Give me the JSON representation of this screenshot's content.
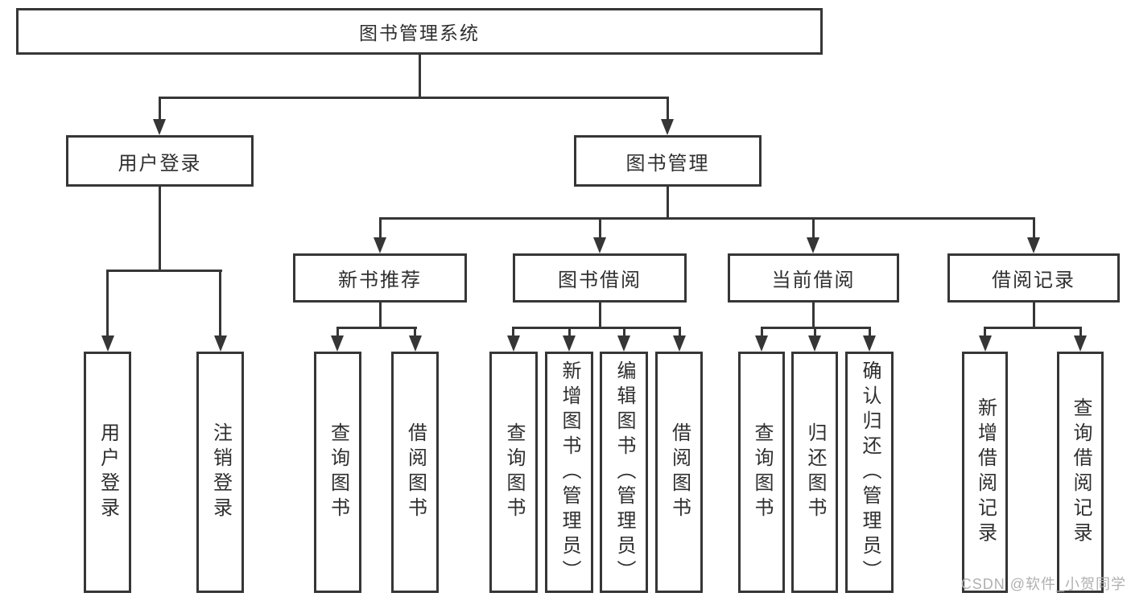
{
  "diagram": {
    "root": {
      "label": "图书管理系统"
    },
    "level1": [
      {
        "label": "用户登录"
      },
      {
        "label": "图书管理"
      }
    ],
    "level2": [
      {
        "label": "新书推荐"
      },
      {
        "label": "图书借阅"
      },
      {
        "label": "当前借阅"
      },
      {
        "label": "借阅记录"
      }
    ],
    "leaves": {
      "user_login": [
        {
          "label": "用户登录"
        },
        {
          "label": "注销登录"
        }
      ],
      "new_books": [
        {
          "label": "查询图书"
        },
        {
          "label": "借阅图书"
        }
      ],
      "book_borrow": [
        {
          "label": "查询图书"
        },
        {
          "label": "新增图书（管理员）"
        },
        {
          "label": "编辑图书（管理员）"
        },
        {
          "label": "借阅图书"
        }
      ],
      "current_borrow": [
        {
          "label": "查询图书"
        },
        {
          "label": "归还图书"
        },
        {
          "label": "确认归还（管理员）"
        }
      ],
      "borrow_records": [
        {
          "label": "新增借阅记录"
        },
        {
          "label": "查询借阅记录"
        }
      ]
    }
  },
  "watermark": {
    "text": "CSDN @软件_小贺同学"
  },
  "colors": {
    "line": "#363636",
    "text": "#2f2f2f",
    "box_bg": "#ffffff",
    "page_bg": "#ffffff",
    "watermark": "#b0b0b0"
  }
}
